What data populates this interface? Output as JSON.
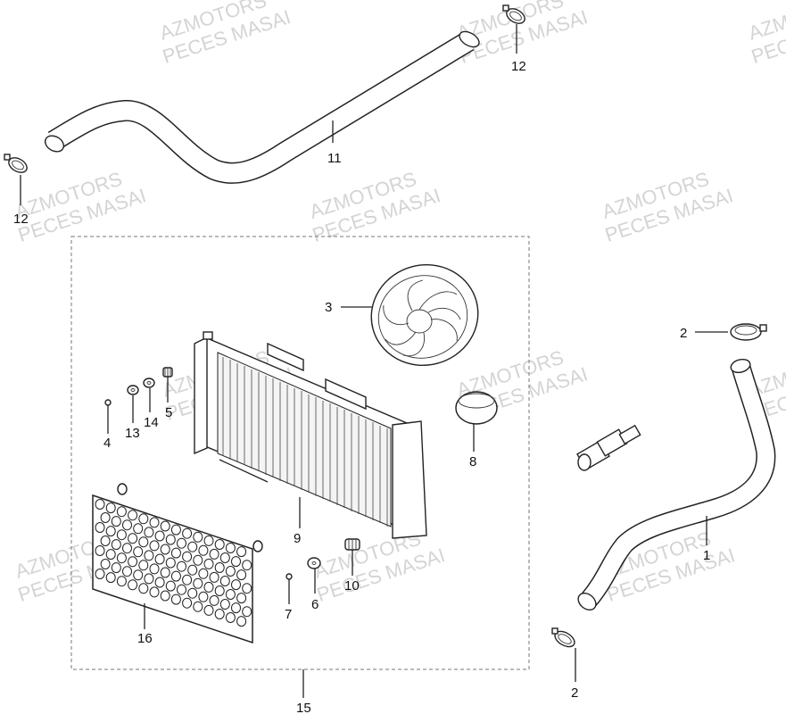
{
  "watermark": {
    "line1": "AZMOTORS",
    "line2": "PECES MASAI"
  },
  "callouts": {
    "p1": "1",
    "p2a": "2",
    "p2b": "2",
    "p3": "3",
    "p4": "4",
    "p5": "5",
    "p6": "6",
    "p7": "7",
    "p8": "8",
    "p9": "9",
    "p10": "10",
    "p11": "11",
    "p12a": "12",
    "p12b": "12",
    "p13": "13",
    "p14": "14",
    "p15": "15",
    "p16": "16"
  }
}
